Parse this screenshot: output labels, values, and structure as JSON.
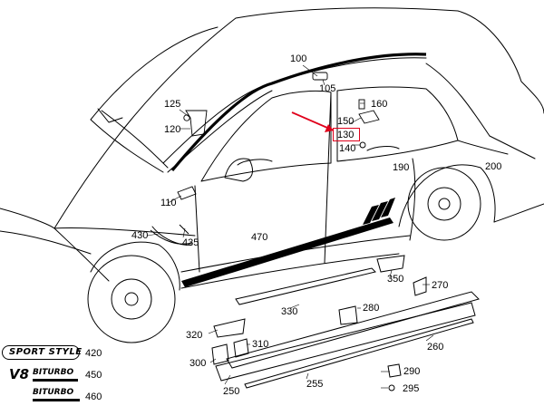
{
  "callouts": {
    "c100": "100",
    "c105": "105",
    "c110": "110",
    "c120": "120",
    "c125": "125",
    "c130": "130",
    "c140": "140",
    "c150": "150",
    "c160": "160",
    "c190": "190",
    "c200": "200",
    "c250": "250",
    "c255": "255",
    "c260": "260",
    "c270": "270",
    "c280": "280",
    "c290": "290",
    "c295": "295",
    "c300": "300",
    "c310": "310",
    "c320": "320",
    "c330": "330",
    "c350": "350",
    "c420": "420",
    "c430": "430",
    "c435": "435",
    "c450": "450",
    "c460": "460",
    "c470": "470"
  },
  "highlight": {
    "callout": "130",
    "color": "#e0001b"
  },
  "badges": {
    "sport_style": "SPORT STYLE",
    "v8_prefix": "V8",
    "v8_word": "BITURBO",
    "biturbo_word": "BITURBO"
  },
  "colors": {
    "line": "#000000",
    "arrow": "#e0001b",
    "background": "#ffffff"
  }
}
